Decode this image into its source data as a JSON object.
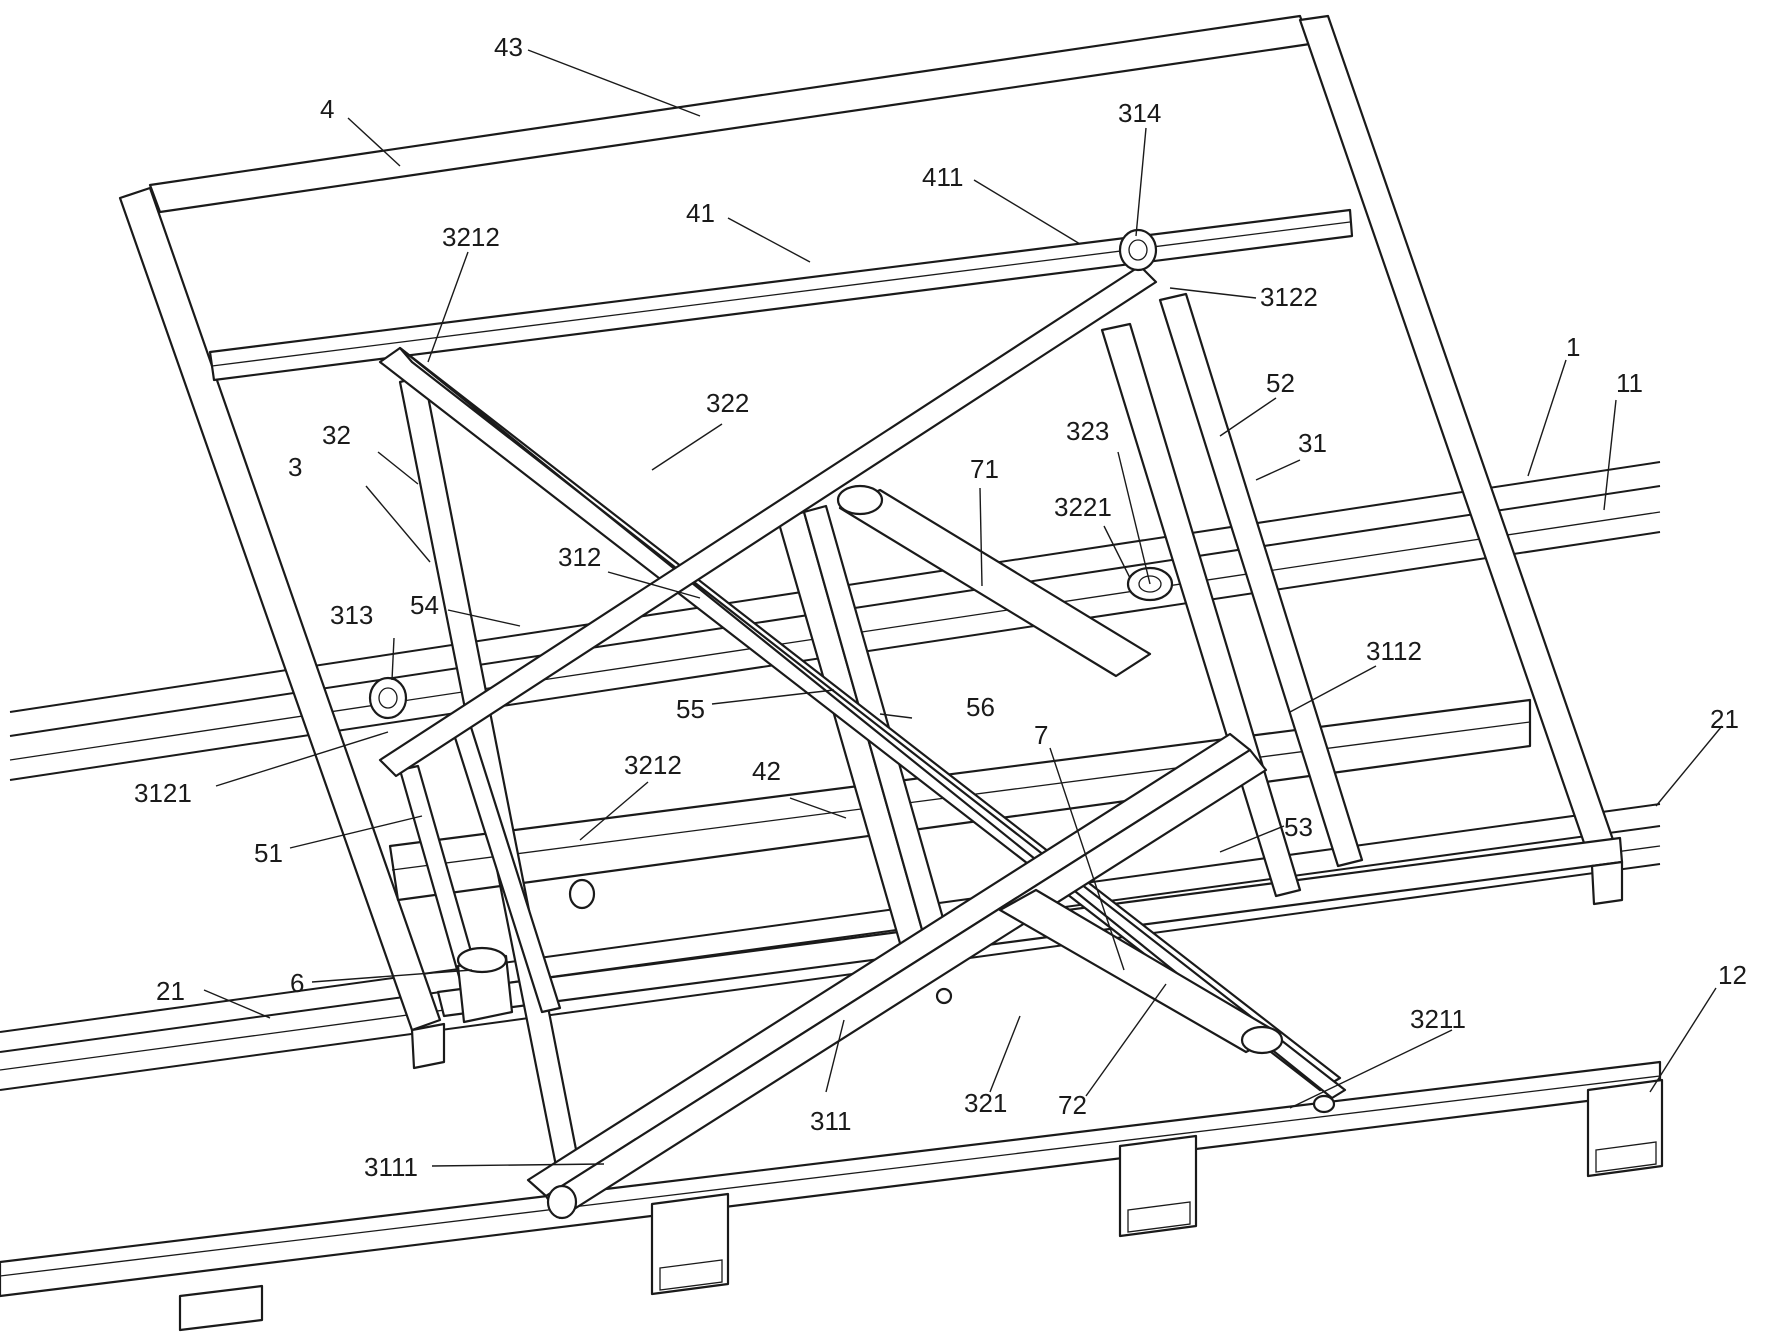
{
  "labels": {
    "l43": "43",
    "l4": "4",
    "l314": "314",
    "l411": "411",
    "l41": "41",
    "l3212a": "3212",
    "l3122": "3122",
    "l1": "1",
    "l11": "11",
    "l52": "52",
    "l322": "322",
    "l32": "32",
    "l3": "3",
    "l323": "323",
    "l31": "31",
    "l71": "71",
    "l3221": "3221",
    "l312": "312",
    "l54": "54",
    "l313": "313",
    "l3112": "3112",
    "l55": "55",
    "l56": "56",
    "l7a": "7",
    "l21a": "21",
    "l3212b": "3212",
    "l42": "42",
    "l3121": "3121",
    "l53": "53",
    "l51": "51",
    "l6": "6",
    "l21b": "21",
    "l12": "12",
    "l3211": "3211",
    "l311": "311",
    "l321": "321",
    "l72": "72",
    "l3111": "3111"
  }
}
